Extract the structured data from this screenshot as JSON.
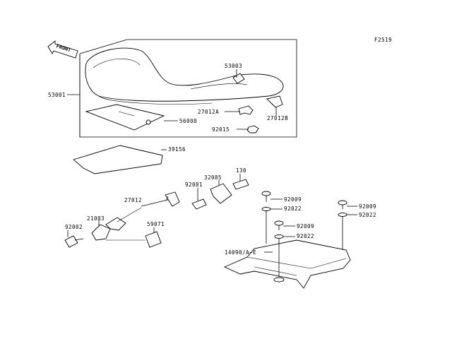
{
  "figure_code": "F2519",
  "front_arrow_label": "FRONT",
  "parts": {
    "seat": "53001",
    "seat_cover_piece": "53003",
    "hook_a": "27012A",
    "hook_b": "27012B",
    "nut": "92015",
    "label_plate": "56008",
    "pad": "39156",
    "spring": "32085",
    "nut_130": "130",
    "pin": "92081",
    "lock_rod": "27012",
    "bracket": "21083",
    "bolt_left": "92002",
    "seat_lock": "59071",
    "bolt_a": "92009",
    "washer_a": "92022",
    "bolt_b": "92009",
    "washer_b": "92022",
    "bolt_c": "92009",
    "washer_c": "92022",
    "cover": "14090/A~E"
  }
}
